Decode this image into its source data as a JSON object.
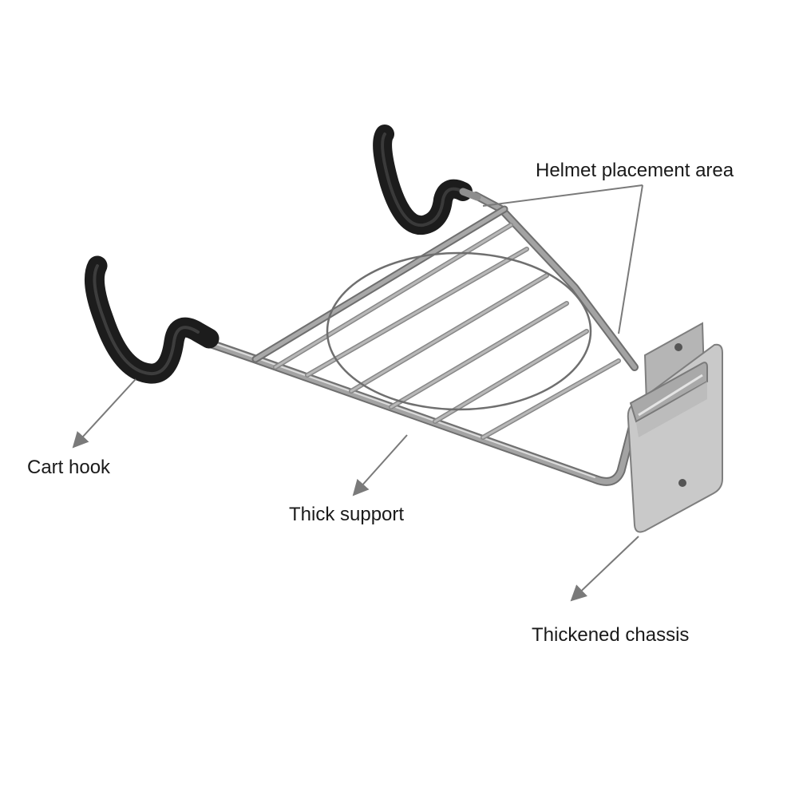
{
  "labels": {
    "helmet_area": "Helmet placement area",
    "cart_hook": "Cart hook",
    "thick_support": "Thick support",
    "thickened_chassis": "Thickened chassis"
  },
  "colors": {
    "background": "#ffffff",
    "wire": "#9a9a9a",
    "wire_dark": "#6f6f6f",
    "wire_highlight": "#d6d6d6",
    "rubber": "#1c1c1c",
    "plate": "#c4c4c4",
    "plate_shadow": "#8e8e8e",
    "callout": "#7a7a7a",
    "text": "#1a1a1a"
  }
}
